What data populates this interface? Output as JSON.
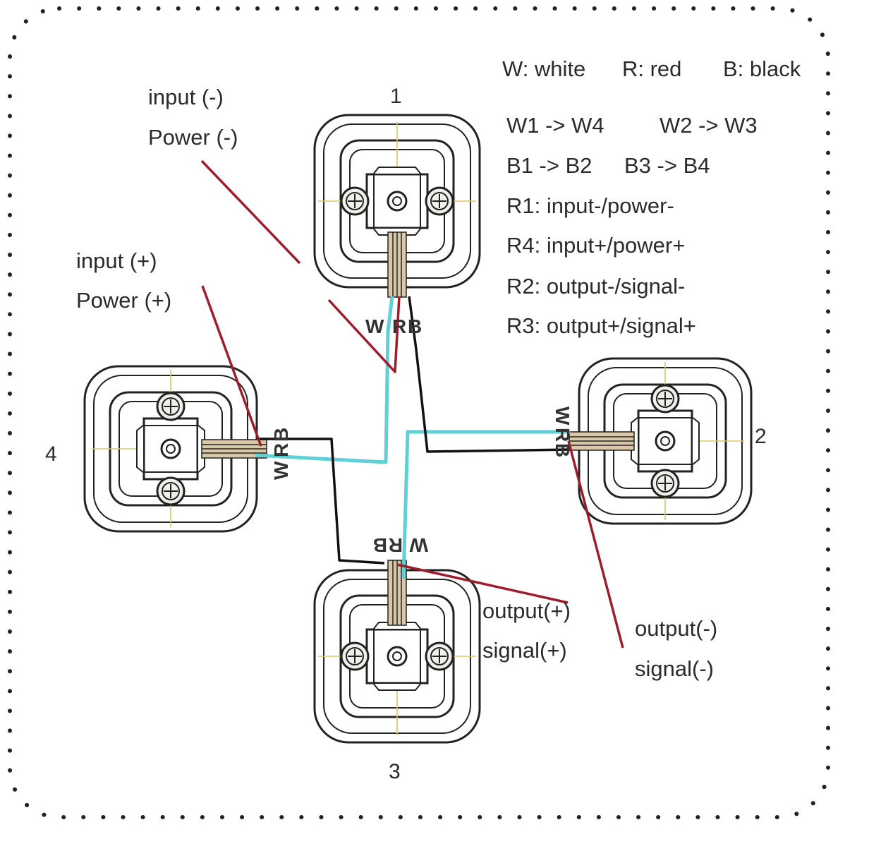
{
  "legend": {
    "white": "W: white",
    "red": "R: red",
    "black": "B: black"
  },
  "connections": [
    "W1 -> W4",
    "W2 -> W3",
    "B1 -> B2",
    "B3 -> B4",
    "R1: input-/power-",
    "R4: input+/power+",
    "R2: output-/signal-",
    "R3: output+/signal+"
  ],
  "cells": {
    "c1": "1",
    "c2": "2",
    "c3": "3",
    "c4": "4"
  },
  "wire_letters": {
    "w": "W",
    "r": "R",
    "b": "B"
  },
  "labels": {
    "input_minus": "input (-)",
    "power_minus": "Power (-)",
    "input_plus": "input (+)",
    "power_plus": "Power (+)",
    "output_plus": "output(+)",
    "signal_plus": "signal(+)",
    "output_minus": "output(-)",
    "signal_minus": "signal(-)"
  },
  "colors": {
    "white_wire": "#5fd0d8",
    "red_wire": "#9c1e2e",
    "black_wire": "#111111",
    "outline": "#222222",
    "border_dots": "#222222",
    "center_mark": "#d8c860"
  }
}
